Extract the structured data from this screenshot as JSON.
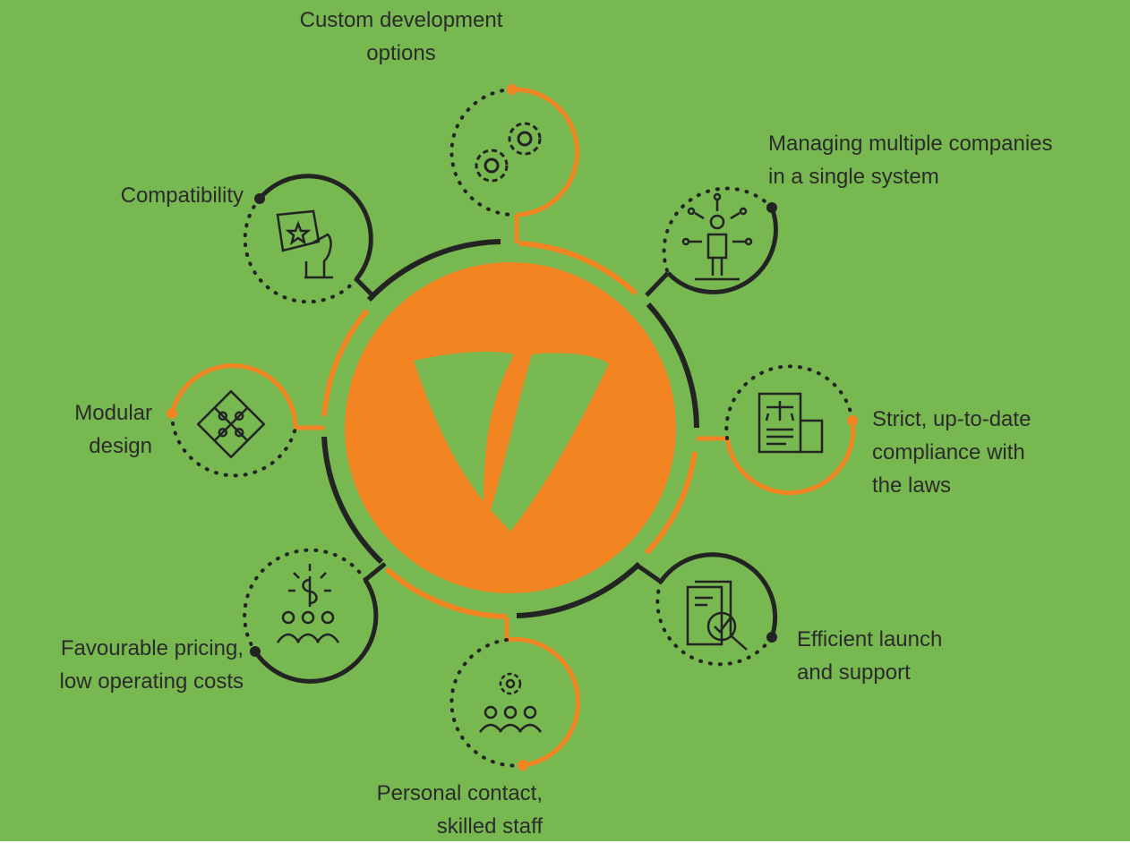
{
  "colors": {
    "background": "#77b851",
    "orange": "#f28522",
    "dark": "#232323",
    "logo_green": "#77b851"
  },
  "center_logo": {
    "icon": "brand-v-shield-logo"
  },
  "benefits": [
    {
      "id": "custom-development",
      "icon": "gears-icon",
      "lines": [
        "Custom development",
        "options"
      ]
    },
    {
      "id": "multiple-companies",
      "icon": "person-network-icon",
      "lines": [
        "Managing multiple companies",
        "in a single system"
      ]
    },
    {
      "id": "compliance",
      "icon": "legal-document-scales-icon",
      "lines": [
        "Strict, up-to-date",
        "compliance with",
        "the laws"
      ]
    },
    {
      "id": "launch-support",
      "icon": "document-magnifier-check-icon",
      "lines": [
        "Efficient launch",
        "and support"
      ]
    },
    {
      "id": "personal-contact",
      "icon": "team-gear-icon",
      "lines": [
        "Personal contact,",
        "skilled staff"
      ]
    },
    {
      "id": "pricing",
      "icon": "team-dollar-icon",
      "lines": [
        "Favourable pricing,",
        "low operating costs"
      ]
    },
    {
      "id": "modular-design",
      "icon": "puzzle-icon",
      "lines": [
        "Modular",
        "design"
      ]
    },
    {
      "id": "compatibility",
      "icon": "hand-puzzle-star-icon",
      "lines": [
        "Compatibility"
      ]
    }
  ]
}
